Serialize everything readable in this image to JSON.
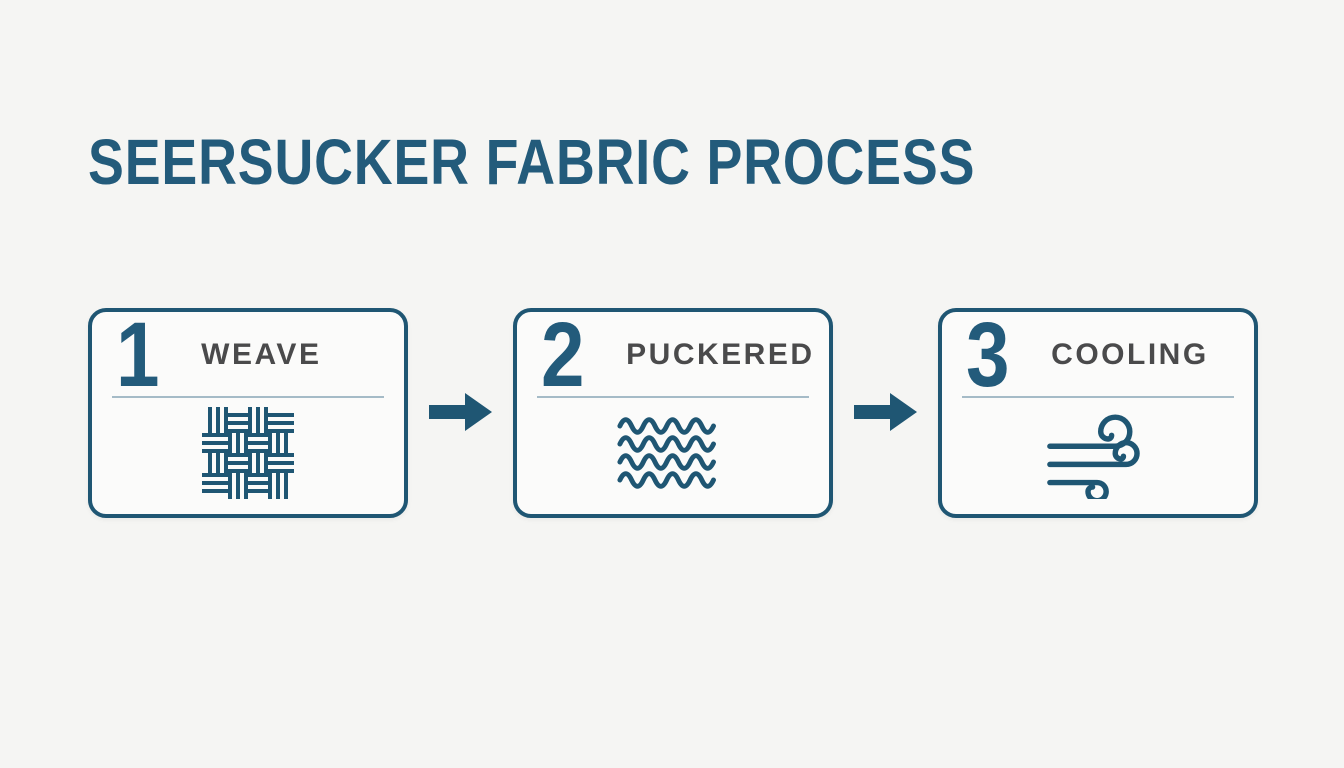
{
  "title": "SEERSUCKER FABRIC PROCESS",
  "colors": {
    "page_bg": "#F5F5F3",
    "card_bg": "#FBFBFA",
    "teal": "#235B7B",
    "border_teal": "#1F5673",
    "label_gray": "#4A4A4B",
    "divider": "#A5BBC7"
  },
  "steps": [
    {
      "number": "1",
      "label": "WEAVE",
      "icon": "weave-pattern-icon"
    },
    {
      "number": "2",
      "label": "PUCKERED",
      "icon": "wavy-lines-icon"
    },
    {
      "number": "3",
      "label": "COOLING",
      "icon": "wind-icon"
    }
  ],
  "connectors": [
    {
      "icon": "right-arrow-icon"
    },
    {
      "icon": "right-arrow-icon"
    }
  ]
}
